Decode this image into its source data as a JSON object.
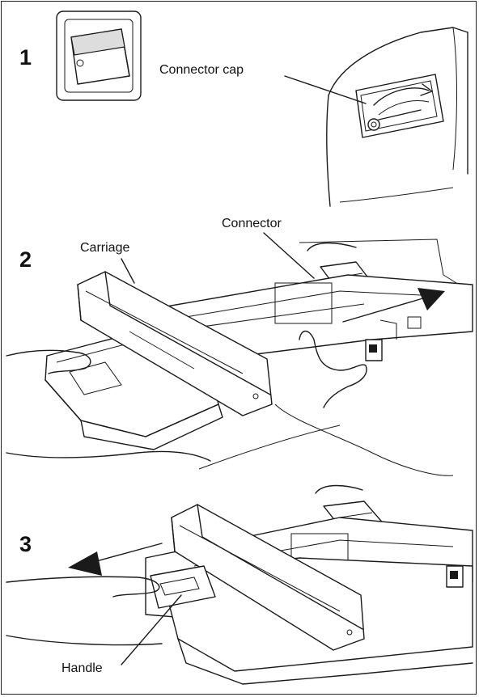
{
  "steps": [
    {
      "number": "1",
      "labels": {
        "connector_cap": "Connector cap"
      }
    },
    {
      "number": "2",
      "labels": {
        "carriage": "Carriage",
        "connector": "Connector"
      }
    },
    {
      "number": "3",
      "labels": {
        "handle": "Handle"
      }
    }
  ],
  "colors": {
    "ink": "#1a1a1a",
    "background": "#ffffff"
  }
}
